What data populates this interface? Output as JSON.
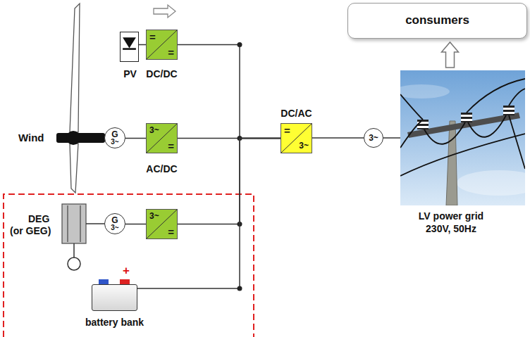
{
  "diagram": {
    "nodes": [
      {
        "text": [
          "PV"
        ]
      },
      {
        "text": [
          "=",
          "=",
          "DC/DC"
        ]
      },
      {
        "text": [
          "G",
          "3~"
        ]
      },
      {
        "text": [
          "3~",
          "=",
          "AC/DC"
        ]
      },
      {
        "text": [
          "G",
          "3~"
        ]
      },
      {
        "text": [
          "3~",
          "="
        ]
      },
      {
        "text": [
          "battery bank"
        ]
      },
      {
        "text": [
          "DC/AC",
          "=",
          "3~"
        ]
      },
      {
        "text": [
          "3~"
        ]
      },
      {
        "text": [
          "LV power grid 230V, 50Hz"
        ]
      },
      {
        "text": [
          "consumers"
        ]
      }
    ],
    "edges": [
      {
        "from": 0,
        "to": 1,
        "arrow": "none"
      },
      {
        "from": 1,
        "to": 7,
        "arrow": "none"
      },
      {
        "from": 2,
        "to": 3,
        "arrow": "none"
      },
      {
        "from": 3,
        "to": 7,
        "arrow": "none"
      },
      {
        "from": 4,
        "to": 5,
        "arrow": "none"
      },
      {
        "from": 5,
        "to": 7,
        "arrow": "none"
      },
      {
        "from": 6,
        "to": 7,
        "arrow": "none"
      },
      {
        "from": 7,
        "to": 8,
        "arrow": "none"
      },
      {
        "from": 8,
        "to": 9,
        "arrow": "none"
      },
      {
        "from": 9,
        "to": 10,
        "arrow": "to"
      }
    ],
    "labels": [
      "Wind",
      "DEG (or GEG)",
      "+"
    ]
  }
}
